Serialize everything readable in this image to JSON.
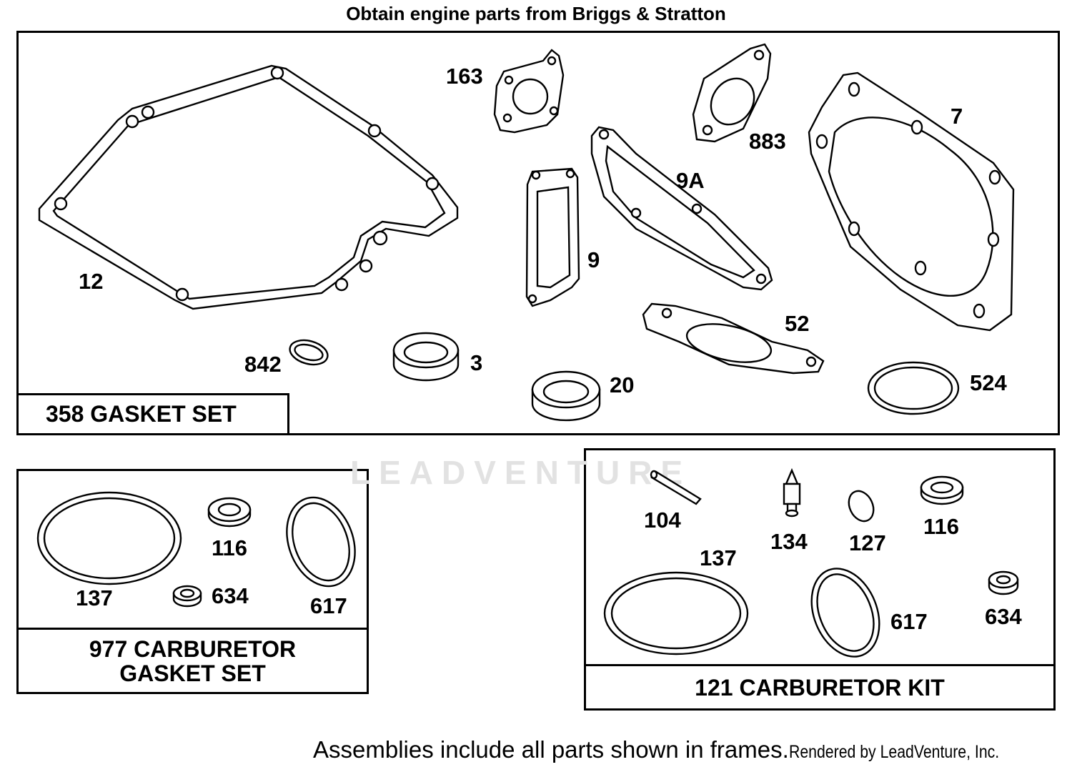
{
  "header": {
    "text": "Obtain engine parts from Briggs & Stratton"
  },
  "frames": {
    "gasket_set": {
      "label": "358 GASKET SET"
    },
    "carb_gasket_set": {
      "label_line1": "977 CARBURETOR",
      "label_line2": "GASKET SET"
    },
    "carb_kit": {
      "label": "121 CARBURETOR KIT"
    }
  },
  "callouts": {
    "gasket_set": [
      "12",
      "163",
      "883",
      "7",
      "9A",
      "9",
      "842",
      "3",
      "20",
      "52",
      "524"
    ],
    "carb_gasket_set": [
      "116",
      "137",
      "634",
      "617"
    ],
    "carb_kit": [
      "104",
      "134",
      "127",
      "116",
      "137",
      "617",
      "634"
    ]
  },
  "watermark": "LEADVENTURE",
  "footer": {
    "note": "Assemblies include all parts shown in frames.",
    "credit": "Rendered by LeadVenture, Inc."
  }
}
